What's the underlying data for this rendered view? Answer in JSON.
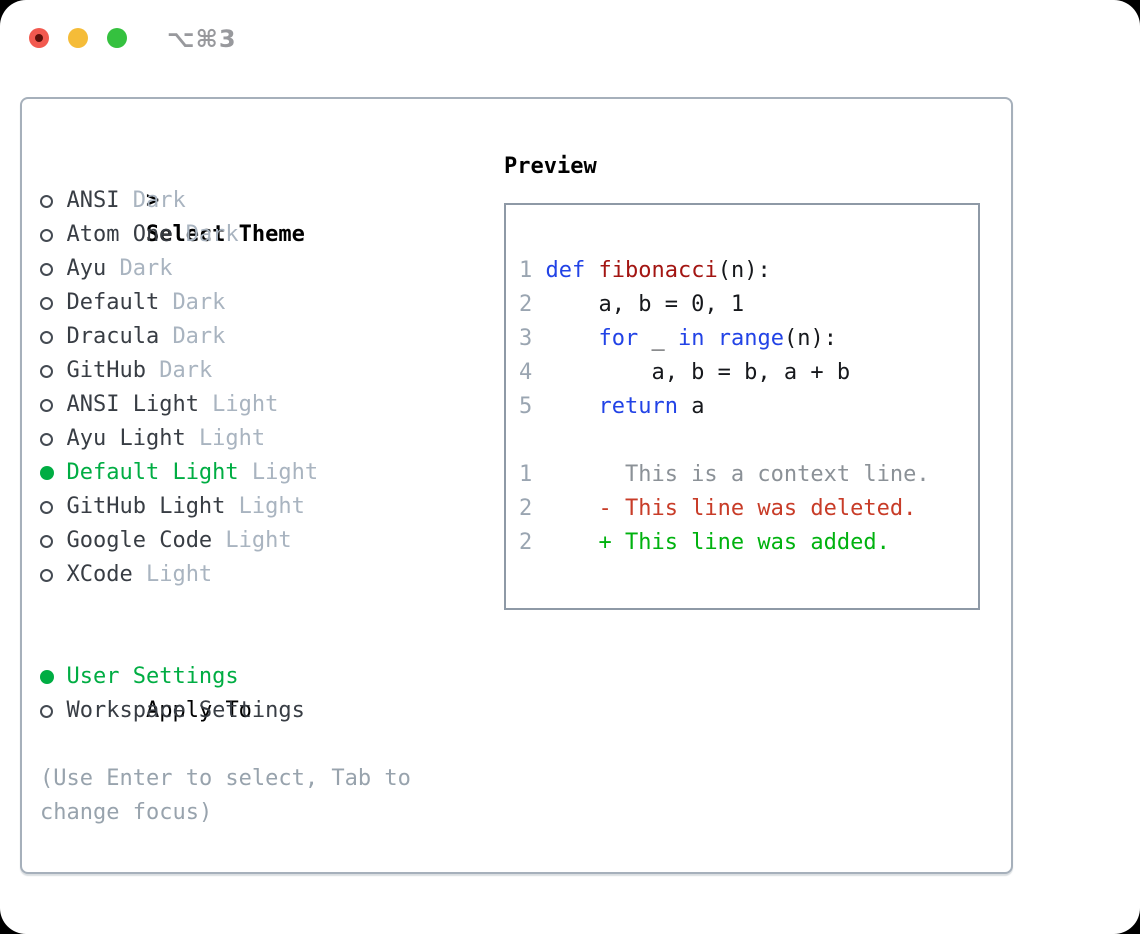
{
  "titlebar": {
    "shortcut": "⌥⌘3"
  },
  "colors": {
    "selection_green": "#00ad43",
    "added_green": "#00b20f",
    "deleted_red": "#c83c28",
    "keyword_blue": "#2243e6",
    "function_red": "#a31512",
    "muted_gray": "#a9b4c0",
    "hint_gray": "#98a3ad",
    "line_number_gray": "#9aa5b1"
  },
  "left_panel": {
    "cursor": ">",
    "title": "Select Theme",
    "themes": [
      {
        "name": "ANSI",
        "variant": "Dark",
        "selected": false
      },
      {
        "name": "Atom One",
        "variant": "Dark",
        "selected": false
      },
      {
        "name": "Ayu",
        "variant": "Dark",
        "selected": false
      },
      {
        "name": "Default",
        "variant": "Dark",
        "selected": false
      },
      {
        "name": "Dracula",
        "variant": "Dark",
        "selected": false
      },
      {
        "name": "GitHub",
        "variant": "Dark",
        "selected": false
      },
      {
        "name": "ANSI Light",
        "variant": "Light",
        "selected": false
      },
      {
        "name": "Ayu Light",
        "variant": "Light",
        "selected": false
      },
      {
        "name": "Default Light",
        "variant": "Light",
        "selected": true
      },
      {
        "name": "GitHub Light",
        "variant": "Light",
        "selected": false
      },
      {
        "name": "Google Code",
        "variant": "Light",
        "selected": false
      },
      {
        "name": "XCode",
        "variant": "Light",
        "selected": false
      }
    ],
    "apply_to": {
      "title": "Apply To",
      "options": [
        {
          "name": "User Settings",
          "selected": true
        },
        {
          "name": "Workspace Settings",
          "selected": false
        }
      ]
    },
    "hint": "(Use Enter to select, Tab to change focus)"
  },
  "preview": {
    "title": "Preview",
    "lines": [
      {
        "num": "1",
        "tokens": [
          {
            "t": "def",
            "c": "kw"
          },
          {
            "t": " ",
            "c": "pl"
          },
          {
            "t": "fibonacci",
            "c": "fn"
          },
          {
            "t": "(n):",
            "c": "pl"
          }
        ]
      },
      {
        "num": "2",
        "tokens": [
          {
            "t": "    a, b = 0, 1",
            "c": "pl"
          }
        ]
      },
      {
        "num": "3",
        "tokens": [
          {
            "t": "    ",
            "c": "pl"
          },
          {
            "t": "for",
            "c": "kw"
          },
          {
            "t": " _ ",
            "c": "pl"
          },
          {
            "t": "in",
            "c": "kw"
          },
          {
            "t": " ",
            "c": "pl"
          },
          {
            "t": "range",
            "c": "kw"
          },
          {
            "t": "(n):",
            "c": "pl"
          }
        ]
      },
      {
        "num": "4",
        "tokens": [
          {
            "t": "        a, b = b, a + b",
            "c": "pl"
          }
        ]
      },
      {
        "num": "5",
        "tokens": [
          {
            "t": "    ",
            "c": "pl"
          },
          {
            "t": "return",
            "c": "kw"
          },
          {
            "t": " a",
            "c": "pl"
          }
        ]
      },
      {
        "num": "",
        "tokens": []
      },
      {
        "num": "1",
        "tokens": [
          {
            "t": "      This is a context line.",
            "c": "ctx"
          }
        ]
      },
      {
        "num": "2",
        "tokens": [
          {
            "t": "    - This line was deleted.",
            "c": "del"
          }
        ]
      },
      {
        "num": "2",
        "tokens": [
          {
            "t": "    + This line was added.",
            "c": "add"
          }
        ]
      }
    ]
  }
}
